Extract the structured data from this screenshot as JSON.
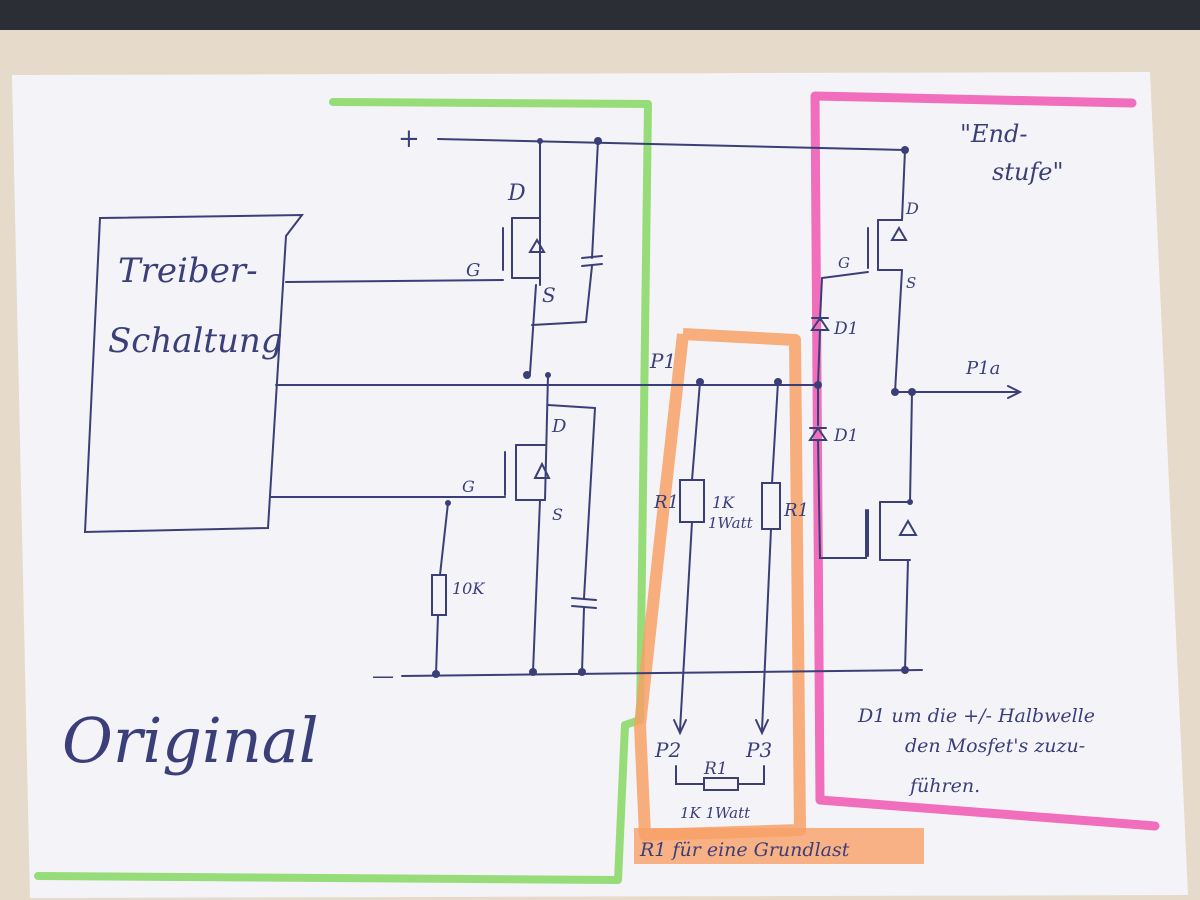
{
  "title": "Original",
  "driver_block": {
    "line1": "Treiber-",
    "line2": "Schaltung"
  },
  "endstufe_label": {
    "line1": "\"End-",
    "line2": "stufe\""
  },
  "supply_plus": "+",
  "supply_minus": "—",
  "mosfet_labels": {
    "drain": "D",
    "gate": "G",
    "source": "S",
    "gate_lower": "G"
  },
  "nets": {
    "p1": "P1",
    "p1a": "P1a",
    "p2": "P2",
    "p3": "P3"
  },
  "resistors": {
    "pulldown": "10K",
    "r1_left": "R1",
    "r1_left_value_1": "1K",
    "r1_left_value_2": "1Watt",
    "r1_right": "R1",
    "r1_bottom": "R1",
    "r1_bottom_value": "1K 1Watt"
  },
  "diodes": {
    "d1_upper": "D1",
    "d1_lower": "D1"
  },
  "note": {
    "line1": "D1 um die +/- Halbwelle",
    "line2": "den Mosfet's zuzu-",
    "line3": "führen."
  },
  "orange_caption": "R1 für eine Grundlast",
  "colors": {
    "paper": "#f4f3f7",
    "ink": "#3b3f78",
    "green_highlight": "#8cd96a",
    "orange_highlight": "#f7a066",
    "pink_highlight": "#f05fb4",
    "desk_top": "#2a2d33",
    "desk_bottom": "#e9dccd"
  }
}
